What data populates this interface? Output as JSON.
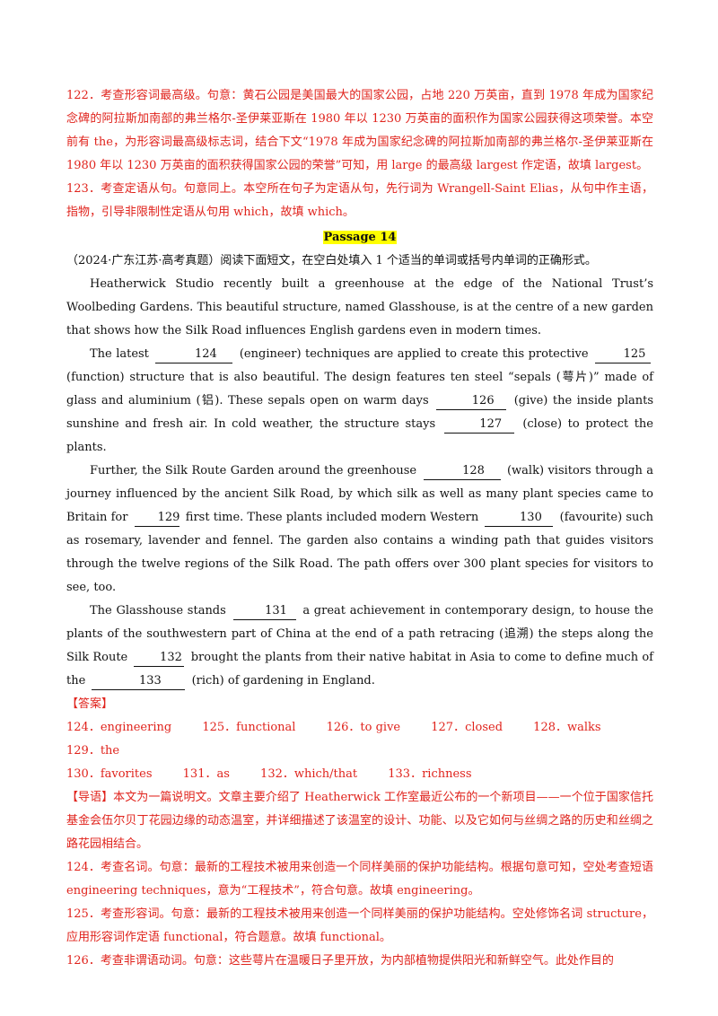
{
  "blocks": {
    "q122": "122．考查形容词最高级。句意：黄石公园是美国最大的国家公园，占地 220 万英亩，直到 1978 年成为国家纪念碑的阿拉斯加南部的弗兰格尔-圣伊莱亚斯在 1980 年以 1230 万英亩的面积作为国家公园获得这项荣誉。本空前有 the，为形容词最高级标志词，结合下文“1978 年成为国家纪念碑的阿拉斯加南部的弗兰格尔-圣伊莱亚斯在 1980 年以 1230 万英亩的面积获得国家公园的荣誉”可知，用 large 的最高级 largest 作定语，故填 largest。",
    "q123": "123．考查定语从句。句意同上。本空所在句子为定语从句，先行词为 Wrangell-Saint Elias，从句中作主语，指物，引导非限制性定语从句用 which，故填 which。",
    "passage_title": "Passage 14",
    "source": "（2024·广东江苏·高考真题）阅读下面短文，在空白处填入 1 个适当的单词或括号内单词的正确形式。",
    "para1": "Heatherwick Studio recently built a greenhouse at the edge of the National Trust’s Woolbeding Gardens. This beautiful structure, named Glasshouse, is at the centre of a new garden that shows how the Silk Road influences English gardens even in modern times.",
    "para2": {
      "a": "The latest",
      "b1": "124",
      "b": "(engineer) techniques are applied to create this protective",
      "b2": "125",
      "c": "(function) structure that is also beautiful. The design features ten steel “sepals (萼片)” made of glass and aluminium (铝). These sepals open on warm days",
      "b3": "126",
      "d": "(give) the inside plants sunshine and fresh air. In cold weather, the structure stays",
      "b4": "127",
      "e": "(close) to protect the plants."
    },
    "para3": {
      "a": "Further, the Silk Route Garden around the greenhouse",
      "b1": "128",
      "b": "(walk) visitors through a journey influenced by the ancient Silk Road, by which silk as well as many plant species came to Britain for",
      "b2": "129",
      "c": "first time. These plants included modern Western",
      "b3": "130",
      "d": "(favourite) such as rosemary, lavender and fennel. The garden also contains a winding path that guides visitors through the twelve regions of the Silk Road. The path offers over 300 plant species for visitors to see, too."
    },
    "para4": {
      "a": "The Glasshouse stands",
      "b1": "131",
      "b": "a great achievement in contemporary design, to house the plants of the southwestern part of China at the end of a path retracing (追溯) the steps along the Silk Route",
      "b2": "132",
      "c": "brought the plants from their native habitat in Asia to come to define much of the",
      "b3": "133",
      "d": "(rich) of gardening in England."
    },
    "answer_header": "【答案】",
    "answers_row1": [
      "124．engineering",
      "125．functional",
      "126．to give",
      "127．closed",
      "128．walks",
      "129．the"
    ],
    "answers_row2": [
      "130．favorites",
      "131．as",
      "132．which/that",
      "133．richness"
    ],
    "guide": "【导语】本文为一篇说明文。文章主要介绍了 Heatherwick 工作室最近公布的一个新项目——一个位于国家信托基金会伍尔贝丁花园边缘的动态温室，并详细描述了该温室的设计、功能、以及它如何与丝绸之路的历史和丝绸之路花园相结合。",
    "q124": "124．考查名词。句意：最新的工程技术被用来创造一个同样美丽的保护功能结构。根据句意可知，空处考查短语 engineering techniques，意为“工程技术”，符合句意。故填 engineering。",
    "q125": "125．考查形容词。句意：最新的工程技术被用来创造一个同样美丽的保护功能结构。空处修饰名词 structure，应用形容词作定语 functional，符合题意。故填 functional。",
    "q126": "126．考查非谓语动词。句意：这些萼片在温暖日子里开放，为内部植物提供阳光和新鲜空气。此处作目的"
  },
  "colors": {
    "answer_red": "#e0231c",
    "highlight": "#ffff00"
  }
}
